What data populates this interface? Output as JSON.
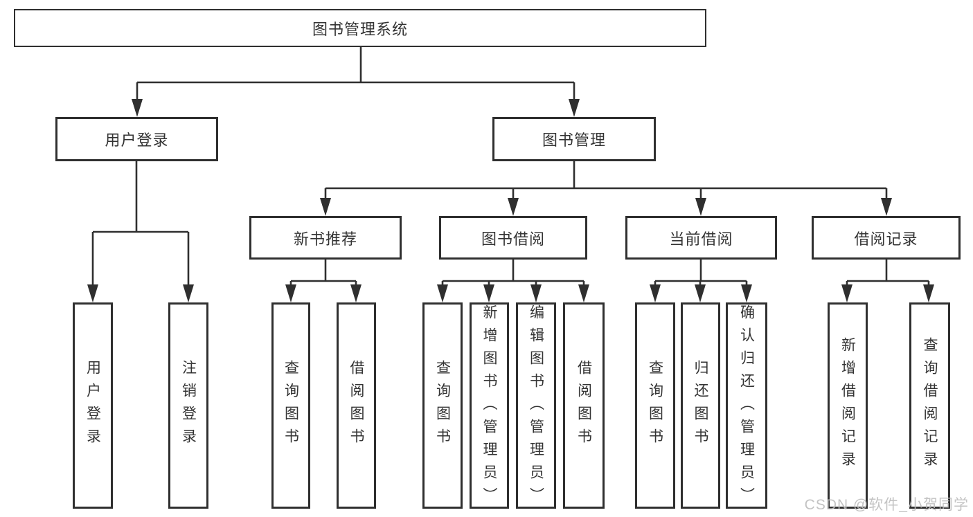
{
  "diagram_title": "图书管理系统",
  "tree": {
    "label": "图书管理系统",
    "children": [
      {
        "label": "用户登录",
        "children": [
          {
            "label": "用户登录"
          },
          {
            "label": "注销登录"
          }
        ]
      },
      {
        "label": "图书管理",
        "children": [
          {
            "label": "新书推荐",
            "children": [
              {
                "label": "查询图书"
              },
              {
                "label": "借阅图书"
              }
            ]
          },
          {
            "label": "图书借阅",
            "children": [
              {
                "label": "查询图书"
              },
              {
                "label": "新增图书（管理员）"
              },
              {
                "label": "编辑图书（管理员）"
              },
              {
                "label": "借阅图书"
              }
            ]
          },
          {
            "label": "当前借阅",
            "children": [
              {
                "label": "查询图书"
              },
              {
                "label": "归还图书"
              },
              {
                "label": "确认归还（管理员）"
              }
            ]
          },
          {
            "label": "借阅记录",
            "children": [
              {
                "label": "新增借阅记录"
              },
              {
                "label": "查询借阅记录"
              }
            ]
          }
        ]
      }
    ]
  },
  "watermark": {
    "text": "CSDN @软件_小贺同学",
    "color": "#bdbdbd"
  },
  "colors": {
    "line": "#2f2f2f",
    "box_border": "#2f2f2f",
    "text": "#333333",
    "background": "#ffffff"
  }
}
